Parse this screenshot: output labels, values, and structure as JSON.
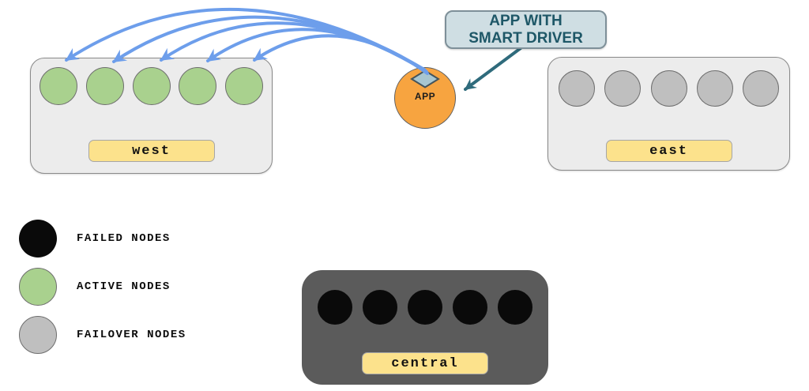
{
  "colors": {
    "arrow_blue": "#6D9EEB",
    "teal": "#2F6B7C",
    "callout_text": "#1E5767",
    "callout_bg": "#CFDEE3",
    "callout_border": "#7E9099",
    "region_bg": "#ECECEC",
    "region_border": "#8A8A8A",
    "dark_region_bg": "#5B5B5B",
    "label_bg": "#FCE28C",
    "label_border": "#A6A6A6",
    "active_node": "#A9D18E",
    "failover_node": "#BFBFBF",
    "failed_node": "#0A0A0A",
    "node_border": "#6E6E6E",
    "app_fill": "#F7A440",
    "app_border": "#5F5F5F",
    "diamond_fill": "#A8C6D0",
    "diamond_border": "#44545C"
  },
  "callout": {
    "line1": "APP WITH",
    "line2": "SMART DRIVER"
  },
  "app": {
    "label": "APP"
  },
  "regions": {
    "west": {
      "label": "west",
      "node_type": "active",
      "node_count": 5
    },
    "east": {
      "label": "east",
      "node_type": "failover",
      "node_count": 5
    },
    "central": {
      "label": "central",
      "node_type": "failed",
      "node_count": 5
    }
  },
  "legend": {
    "items": [
      {
        "swatch": "failed",
        "label": "FAILED NODES"
      },
      {
        "swatch": "active",
        "label": "ACTIVE NODES"
      },
      {
        "swatch": "failover",
        "label": "FAILOVER NODES"
      }
    ]
  },
  "connections": {
    "app_to_west_nodes": 5,
    "callout_to_app": 1
  }
}
